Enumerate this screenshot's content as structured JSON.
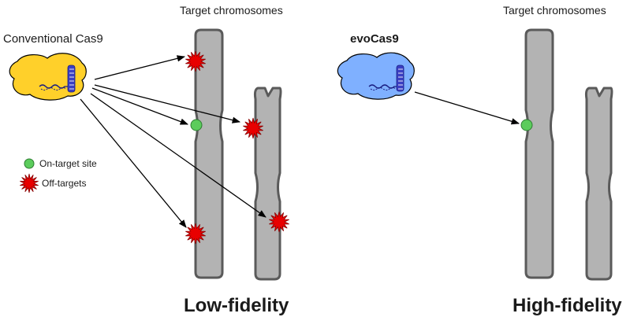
{
  "left_panel": {
    "header": "Target chromosomes",
    "enzyme_label": "Conventional Cas9",
    "fidelity_label": "Low-fidelity"
  },
  "right_panel": {
    "header": "Target chromosomes",
    "enzyme_label": "evoCas9",
    "fidelity_label": "High-fidelity"
  },
  "legend": {
    "on_target": "On-target site",
    "off_target": "Off-targets"
  },
  "colors": {
    "conventional_cas9": "#ffd02a",
    "evocas9": "#7fb0ff",
    "guide_rna": "#3b3fc4",
    "on_target": "#5ccc5c",
    "off_target": "#e80000",
    "chromosome_fill": "#b3b3b3",
    "chromosome_outline": "#5a5a5a"
  }
}
